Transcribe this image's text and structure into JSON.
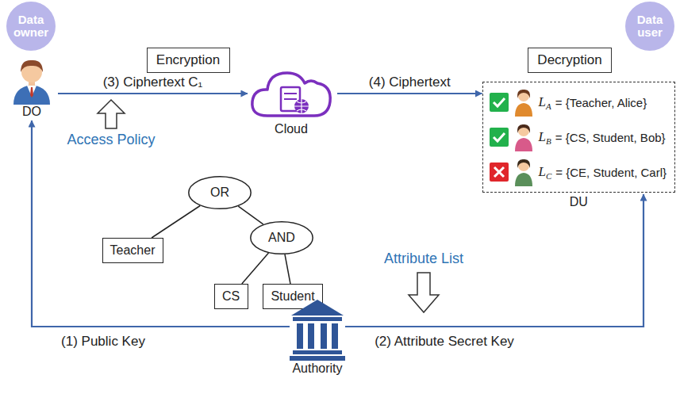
{
  "diagram": {
    "nodes": [
      {
        "text": [
          "Data owner"
        ]
      },
      {
        "text": [
          "Encryption"
        ]
      },
      {
        "text": [
          "Decryption"
        ]
      },
      {
        "text": [
          "Data user"
        ]
      },
      {
        "text": [
          "DO"
        ]
      },
      {
        "text": [
          "Cloud"
        ]
      },
      {
        "text": [
          "DU"
        ]
      },
      {
        "text": [
          "OR"
        ]
      },
      {
        "text": [
          "Teacher"
        ]
      },
      {
        "text": [
          "AND"
        ]
      },
      {
        "text": [
          "CS"
        ]
      },
      {
        "text": [
          "Student"
        ]
      },
      {
        "text": [
          "Authority"
        ]
      }
    ],
    "edges": [
      {
        "from": 4,
        "to": 5,
        "label": "(3) Ciphertext C₁",
        "arrow": "to"
      },
      {
        "from": 5,
        "to": 6,
        "label": "(4) Ciphertext",
        "arrow": "to"
      },
      {
        "from": 7,
        "to": 8,
        "arrow": "none"
      },
      {
        "from": 7,
        "to": 9,
        "arrow": "none"
      },
      {
        "from": 9,
        "to": 10,
        "arrow": "none"
      },
      {
        "from": 9,
        "to": 11,
        "arrow": "none"
      },
      {
        "from": 12,
        "to": 4,
        "label": "(1) Public Key",
        "arrow": "to"
      },
      {
        "from": 12,
        "to": 6,
        "label": "(2) Attribute Secret Key",
        "arrow": "to"
      }
    ],
    "labels": [
      "Access Policy",
      "Attribute List",
      "L",
      "A",
      "= {Teacher, Alice}",
      "L",
      "B",
      "= {CS, Student, Bob}",
      "L",
      "C",
      "= {CE, Student, Carl}"
    ]
  }
}
